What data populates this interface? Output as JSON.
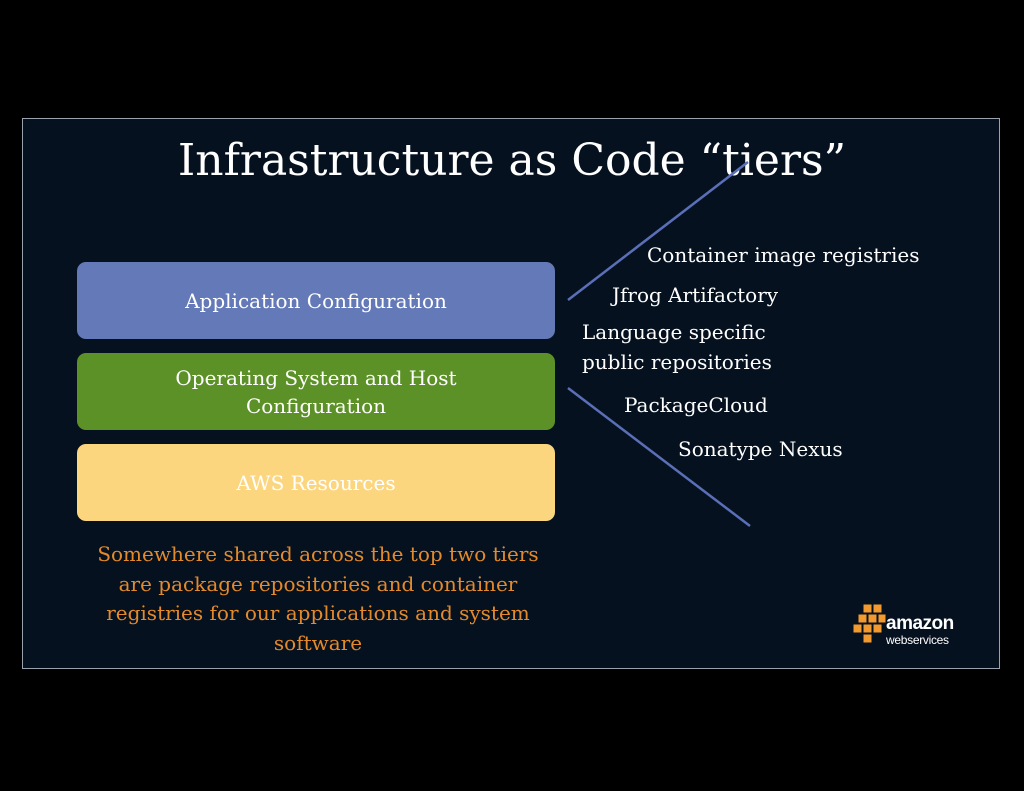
{
  "title": "Infrastructure as Code “tiers”",
  "tiers": [
    {
      "label": "Application Configuration",
      "color": "#6479b8"
    },
    {
      "label": "Operating System and Host Configuration",
      "color": "#5c9127"
    },
    {
      "label": "AWS Resources",
      "color": "#fcd67f"
    }
  ],
  "note": "Somewhere shared across the top two tiers are package repositories and container registries for our applications and system software",
  "repositories": [
    "Container image registries",
    "Jfrog Artifactory",
    "Language specific public repositories",
    "PackageCloud",
    "Sonatype Nexus"
  ],
  "logo": {
    "word": "amazon",
    "sub": "webservices",
    "icon": "aws-cubes-icon",
    "color": "#f29a2e"
  },
  "colors": {
    "background": "#06111f",
    "note": "#e48a2b",
    "connector": "#5a6fb8"
  }
}
